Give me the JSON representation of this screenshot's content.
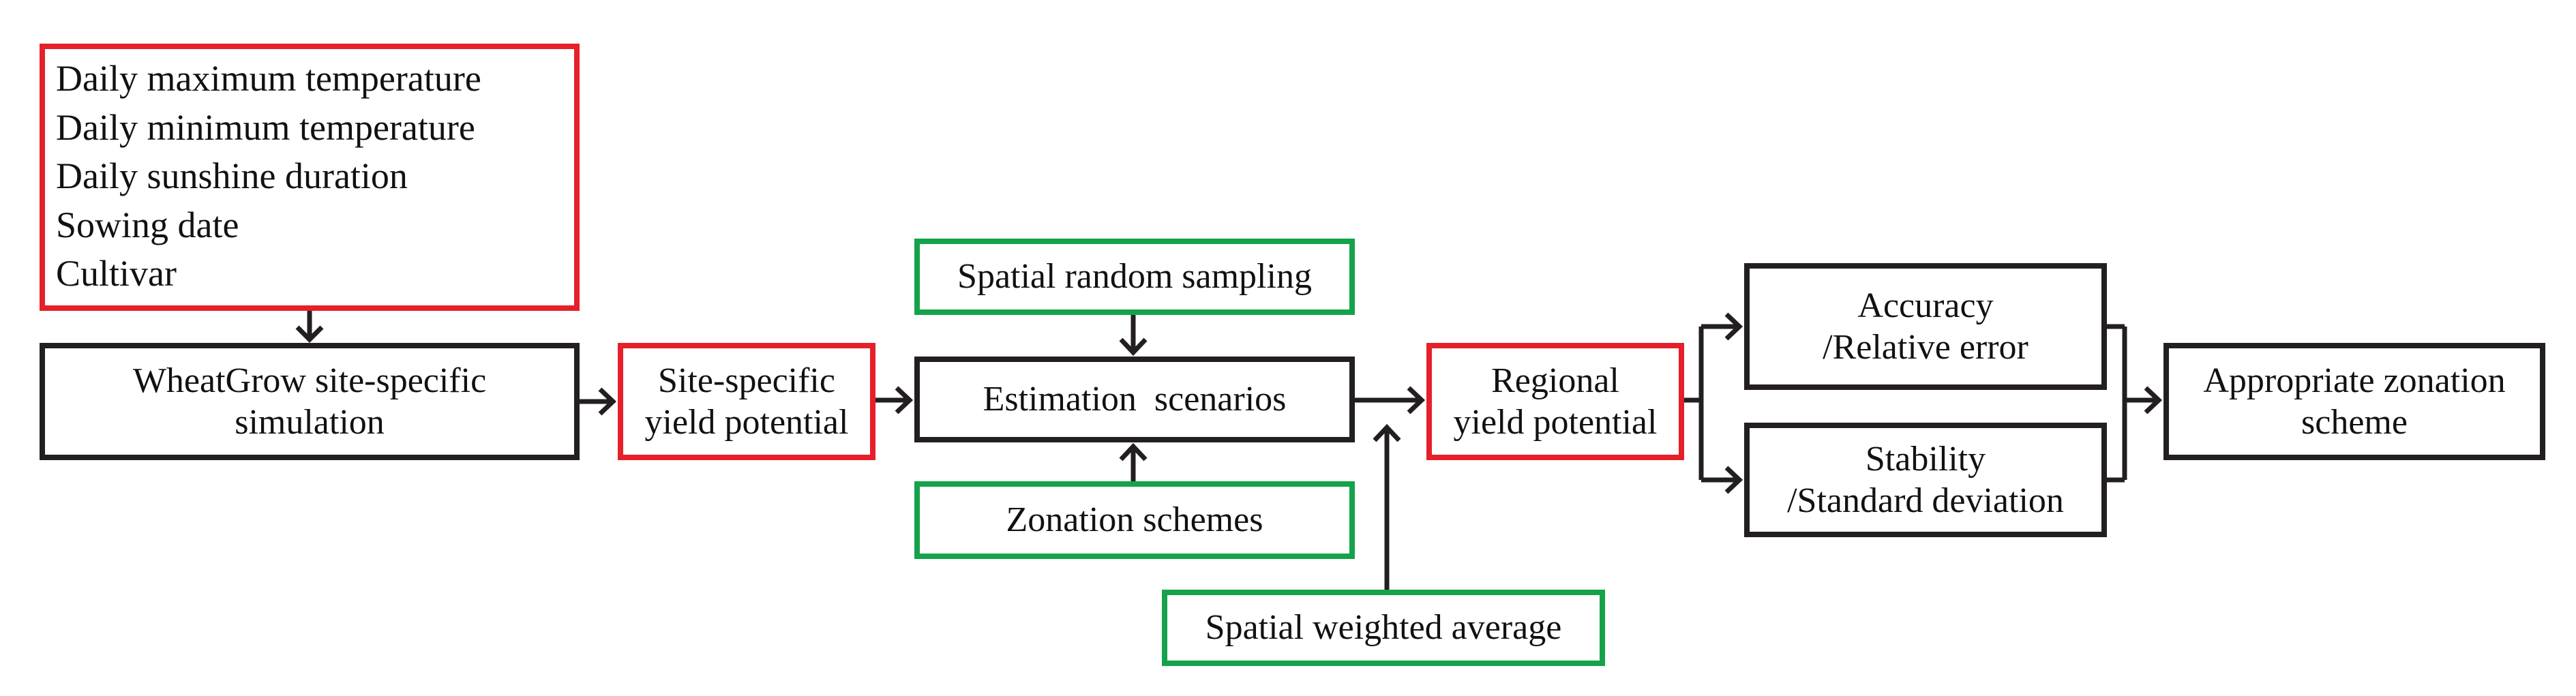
{
  "diagram": {
    "colors": {
      "red_border": "#e5202a",
      "green_border": "#15a24a",
      "black_border": "#231f20",
      "arrow": "#231f20"
    },
    "inputs": {
      "items": [
        "Daily maximum temperature",
        "Daily minimum temperature",
        "Daily sunshine duration",
        "Sowing date",
        "Cultivar"
      ]
    },
    "simulation": {
      "line1": "WheatGrow site-specific",
      "line2": "simulation"
    },
    "site_yield": {
      "line1": "Site-specific",
      "line2": "yield potential"
    },
    "estimation": {
      "label": "Estimation  scenarios"
    },
    "random_sampling": {
      "label": "Spatial random sampling"
    },
    "zonation": {
      "label": "Zonation schemes"
    },
    "weighted_average": {
      "label": "Spatial weighted average"
    },
    "regional_yield": {
      "line1": "Regional",
      "line2": "yield potential"
    },
    "accuracy": {
      "line1": "Accuracy",
      "line2": "/Relative error"
    },
    "stability": {
      "line1": "Stability",
      "line2": "/Standard deviation"
    },
    "appropriate": {
      "line1": "Appropriate zonation",
      "line2": "scheme"
    }
  }
}
